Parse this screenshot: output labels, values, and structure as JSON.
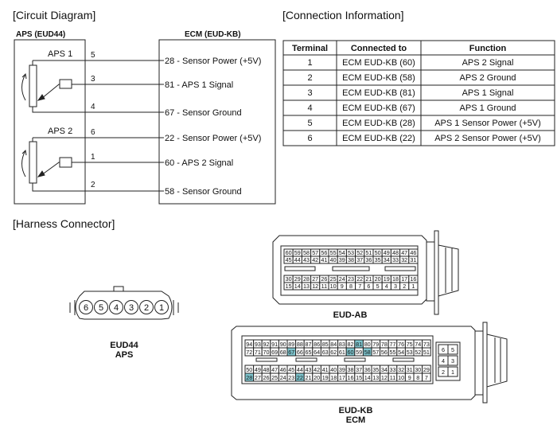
{
  "headings": {
    "circuit": "[Circuit Diagram]",
    "connection": "[Connection Information]",
    "harness": "[Harness Connector]"
  },
  "circuit": {
    "aps_label": "APS (EUD44)",
    "ecm_label": "ECM (EUD-KB)",
    "sensors": [
      {
        "name": "APS 1",
        "pins": [
          "5",
          "3",
          "4"
        ]
      },
      {
        "name": "APS 2",
        "pins": [
          "6",
          "1",
          "2"
        ]
      }
    ],
    "ecm_lines": [
      {
        "num": "28",
        "text": " - Sensor Power (+5V)"
      },
      {
        "num": "81",
        "text": " - APS 1 Signal"
      },
      {
        "num": "67",
        "text": " - Sensor Ground"
      },
      {
        "num": "22",
        "text": " - Sensor Power (+5V)"
      },
      {
        "num": "60",
        "text": " - APS 2 Signal"
      },
      {
        "num": "58",
        "text": " - Sensor Ground"
      }
    ]
  },
  "table": {
    "headers": [
      "Terminal",
      "Connected to",
      "Function"
    ],
    "rows": [
      [
        "1",
        "ECM EUD-KB (60)",
        "APS 2 Signal"
      ],
      [
        "2",
        "ECM EUD-KB (58)",
        "APS 2 Ground"
      ],
      [
        "3",
        "ECM EUD-KB (81)",
        "APS 1 Signal"
      ],
      [
        "4",
        "ECM EUD-KB (67)",
        "APS 1 Ground"
      ],
      [
        "5",
        "ECM EUD-KB (28)",
        "APS 1 Sensor Power (+5V)"
      ],
      [
        "6",
        "ECM EUD-KB (22)",
        "APS 2 Sensor Power (+5V)"
      ]
    ]
  },
  "connectors": {
    "eud44": {
      "label1": "EUD44",
      "label2": "APS",
      "pins": [
        "6",
        "5",
        "4",
        "3",
        "2",
        "1"
      ]
    },
    "eudab": {
      "label": "EUD-AB",
      "rows": [
        [
          "60",
          "59",
          "58",
          "57",
          "56",
          "55",
          "54",
          "53",
          "52",
          "51",
          "50",
          "49",
          "48",
          "47",
          "46"
        ],
        [
          "45",
          "44",
          "43",
          "42",
          "41",
          "40",
          "39",
          "38",
          "37",
          "36",
          "35",
          "34",
          "33",
          "32",
          "31"
        ],
        [
          "30",
          "29",
          "28",
          "27",
          "26",
          "25",
          "24",
          "23",
          "22",
          "21",
          "20",
          "19",
          "18",
          "17",
          "16"
        ],
        [
          "15",
          "14",
          "13",
          "12",
          "11",
          "10",
          "9",
          "8",
          "7",
          "6",
          "5",
          "4",
          "3",
          "2",
          "1"
        ]
      ]
    },
    "eudkb": {
      "label1": "EUD-KB",
      "label2": "ECM",
      "highlight_color": "#7fc6cf",
      "highlighted_pins": [
        "81",
        "67",
        "60",
        "58",
        "28",
        "22"
      ],
      "rows": [
        [
          "94",
          "93",
          "92",
          "91",
          "90",
          "89",
          "88",
          "87",
          "86",
          "85",
          "84",
          "83",
          "82",
          "81",
          "80",
          "79",
          "78",
          "77",
          "76",
          "75",
          "74",
          "73"
        ],
        [
          "72",
          "71",
          "70",
          "69",
          "68",
          "67",
          "66",
          "65",
          "64",
          "63",
          "62",
          "61",
          "60",
          "59",
          "58",
          "57",
          "56",
          "55",
          "54",
          "53",
          "52",
          "51"
        ],
        [
          "50",
          "49",
          "48",
          "47",
          "46",
          "45",
          "44",
          "43",
          "42",
          "41",
          "40",
          "39",
          "38",
          "37",
          "36",
          "35",
          "34",
          "33",
          "32",
          "31",
          "30",
          "29"
        ],
        [
          "28",
          "27",
          "26",
          "25",
          "24",
          "23",
          "22",
          "21",
          "20",
          "19",
          "18",
          "17",
          "16",
          "15",
          "14",
          "13",
          "12",
          "11",
          "10",
          "9",
          "8",
          "7"
        ]
      ],
      "side": [
        [
          "6",
          "5"
        ],
        [
          "4",
          "3"
        ],
        [
          "2",
          "1"
        ]
      ]
    }
  }
}
